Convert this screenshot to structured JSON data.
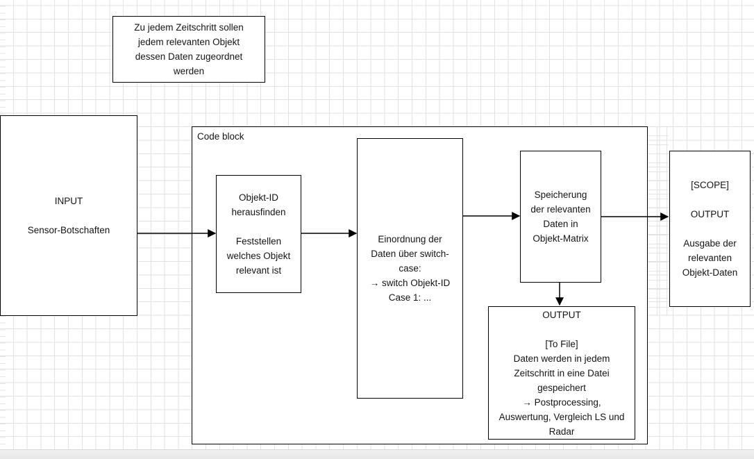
{
  "colors": {
    "grid_line": "#e2e2e2",
    "shape_border": "#000000",
    "shape_fill": "#ffffff",
    "text": "#141414"
  },
  "note": {
    "text": "Zu jedem Zeitschritt sollen\njedem relevanten Objekt\ndessen Daten zugeordnet\nwerden"
  },
  "input": {
    "text": "INPUT\n\nSensor-Botschaften"
  },
  "code_block": {
    "label": "Code block"
  },
  "find_id": {
    "text": "Objekt-ID\nherausfinden\n\nFeststellen\nwelches Objekt\nrelevant ist"
  },
  "switch_case": {
    "text": "Einordnung der\nDaten über switch-\ncase:\n→ switch Objekt-ID\nCase 1:  ..."
  },
  "matrix": {
    "text": "Speicherung\nder relevanten\nDaten in\nObjekt-Matrix"
  },
  "to_file": {
    "text": "OUTPUT\n\n[To File]\nDaten werden in jedem\nZeitschritt in eine Datei\ngespeichert\n→ Postprocessing,\nAuswertung, Vergleich LS und\nRadar"
  },
  "scope": {
    "text": "[SCOPE]\n\nOUTPUT\n\nAusgabe der\nrelevanten\nObjekt-Daten"
  }
}
